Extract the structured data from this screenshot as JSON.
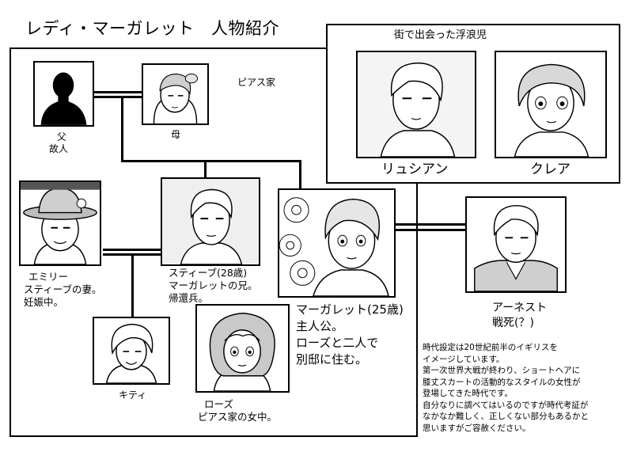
{
  "title": "レディ・マーガレット　人物紹介",
  "street_group": {
    "label": "街で出会った浮浪児"
  },
  "family_label": "ピアス家",
  "characters": {
    "father": {
      "lines": [
        "父",
        "故人"
      ]
    },
    "mother": {
      "lines": [
        "母"
      ]
    },
    "lucien": {
      "lines": [
        "リュシアン"
      ]
    },
    "claire": {
      "lines": [
        "クレア"
      ]
    },
    "emily": {
      "lines": [
        "エミリー",
        "スティーブの妻。",
        "妊娠中。"
      ]
    },
    "steve": {
      "lines": [
        "スティーブ(28歳)",
        "マーガレットの兄。",
        "帰還兵。"
      ]
    },
    "margaret": {
      "lines": [
        "マーガレット(25歳)",
        "主人公。",
        "ローズと二人で",
        "別邸に住む。"
      ]
    },
    "ernest": {
      "lines": [
        "アーネスト",
        "戦死(？)"
      ]
    },
    "kitty": {
      "lines": [
        "キティ"
      ]
    },
    "rose": {
      "lines": [
        "ローズ",
        "ピアス家の女中。"
      ]
    }
  },
  "note": {
    "lines": [
      "時代設定は20世紀前半のイギリスを",
      "イメージしています。",
      "第一次世界大戦が終わり、ショートヘアに",
      "膝丈スカートの活動的なスタイルの女性が",
      "登場してきた時代です。",
      "自分なりに調べてはいるのですが時代考証が",
      "なかなか難しく、正しくない部分もあるかと",
      "思いますがご容赦ください。"
    ]
  },
  "colors": {
    "ink": "#000000",
    "paper": "#ffffff",
    "tone": "#d6d6d6"
  }
}
